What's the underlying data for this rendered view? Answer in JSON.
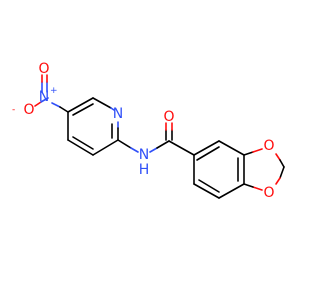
{
  "molecule": {
    "colors": {
      "carbon_bond": "#000000",
      "oxygen": "#ff0d0d",
      "nitrogen": "#3050f8",
      "background": "#ffffff"
    },
    "atoms": {
      "nitro_oxygen_left": {
        "label": "O",
        "charge": "-",
        "color": "#ff0d0d"
      },
      "nitro_nitrogen": {
        "label": "N",
        "charge": "+",
        "color": "#3050f8"
      },
      "nitro_oxygen_top": {
        "label": "O",
        "color": "#ff0d0d"
      },
      "pyridine_nitrogen": {
        "label": "N",
        "color": "#3050f8"
      },
      "amide_nitrogen": {
        "label": "N",
        "color": "#3050f8"
      },
      "amide_hydrogen": {
        "label": "H",
        "color": "#3050f8"
      },
      "carbonyl_oxygen": {
        "label": "O",
        "color": "#ff0d0d"
      },
      "dioxole_oxygen_top": {
        "label": "O",
        "color": "#ff0d0d"
      },
      "dioxole_oxygen_bottom": {
        "label": "O",
        "color": "#ff0d0d"
      }
    }
  }
}
